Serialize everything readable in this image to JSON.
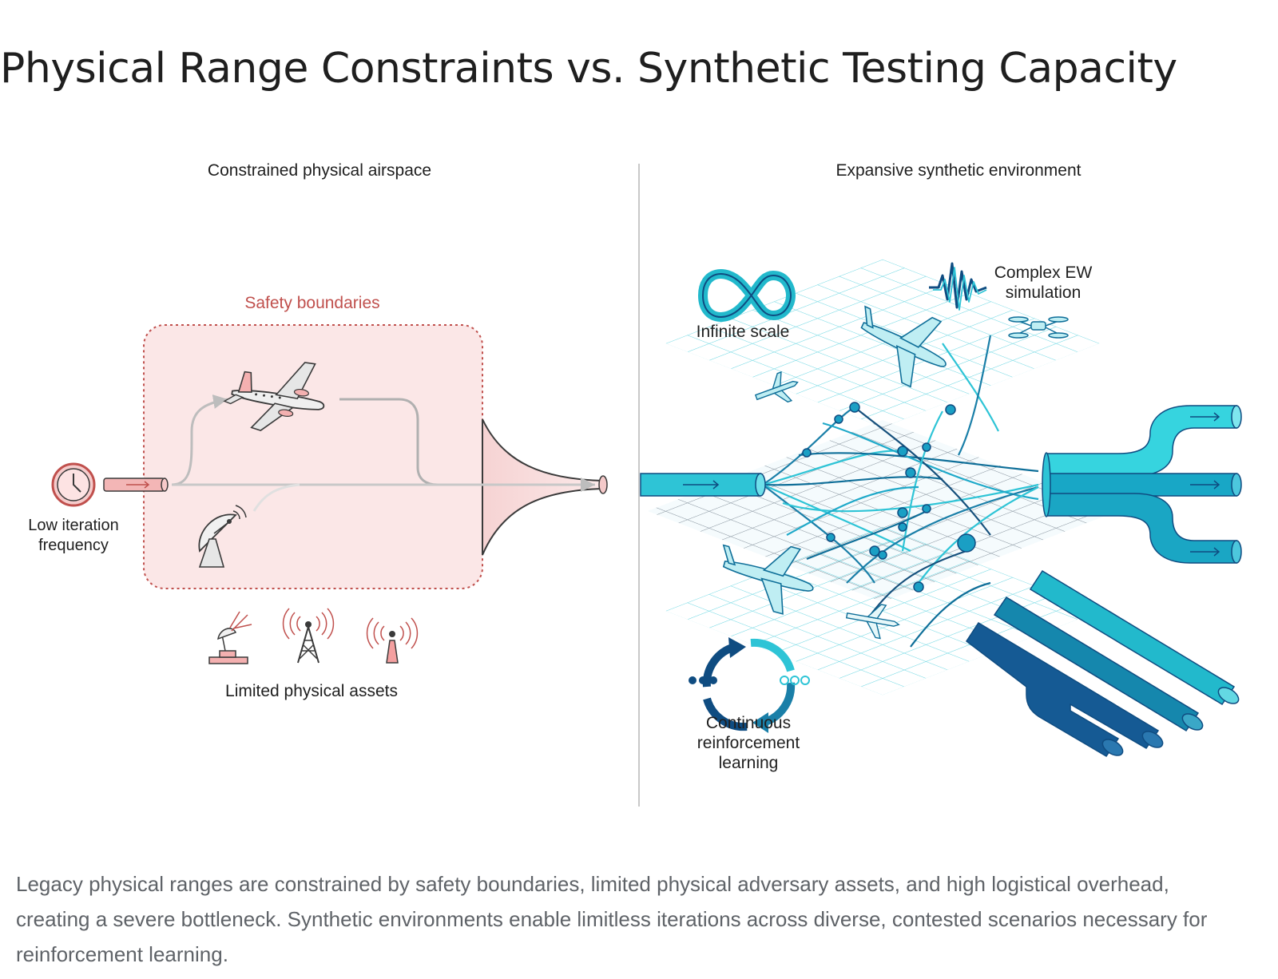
{
  "title": "Physical Range Constraints vs. Synthetic Testing Capacity",
  "left_panel": {
    "heading": "Constrained physical airspace",
    "safety_label": "Safety boundaries",
    "clock_label": [
      "Low iteration",
      "frequency"
    ],
    "assets_label": "Limited physical assets"
  },
  "right_panel": {
    "heading": "Expansive synthetic environment",
    "scale_label": "Infinite scale",
    "ew_label": [
      "Complex EW",
      "simulation"
    ],
    "rl_label": [
      "Continuous",
      "reinforcement",
      "learning"
    ]
  },
  "caption": "Legacy physical ranges are constrained by safety boundaries, limited physical adversary assets, and high logistical overhead, creating a severe bottleneck. Synthetic environments enable limitless iterations across diverse, contested scenarios necessary for reinforcement learning.",
  "colors": {
    "constraint_red": "#c0504d",
    "safety_fill": "#fbe7e7",
    "synthetic_cyan": "#2ec4d6",
    "synthetic_navy": "#0f4c81",
    "grid_cyan": "#5fd3e0"
  },
  "icons": [
    "clock-icon",
    "airplane-icon",
    "radar-dish-icon",
    "radar-station-icon",
    "radio-tower-icon",
    "antenna-icon",
    "infinity-icon",
    "waveform-icon",
    "drone-icon",
    "cycle-icon"
  ]
}
